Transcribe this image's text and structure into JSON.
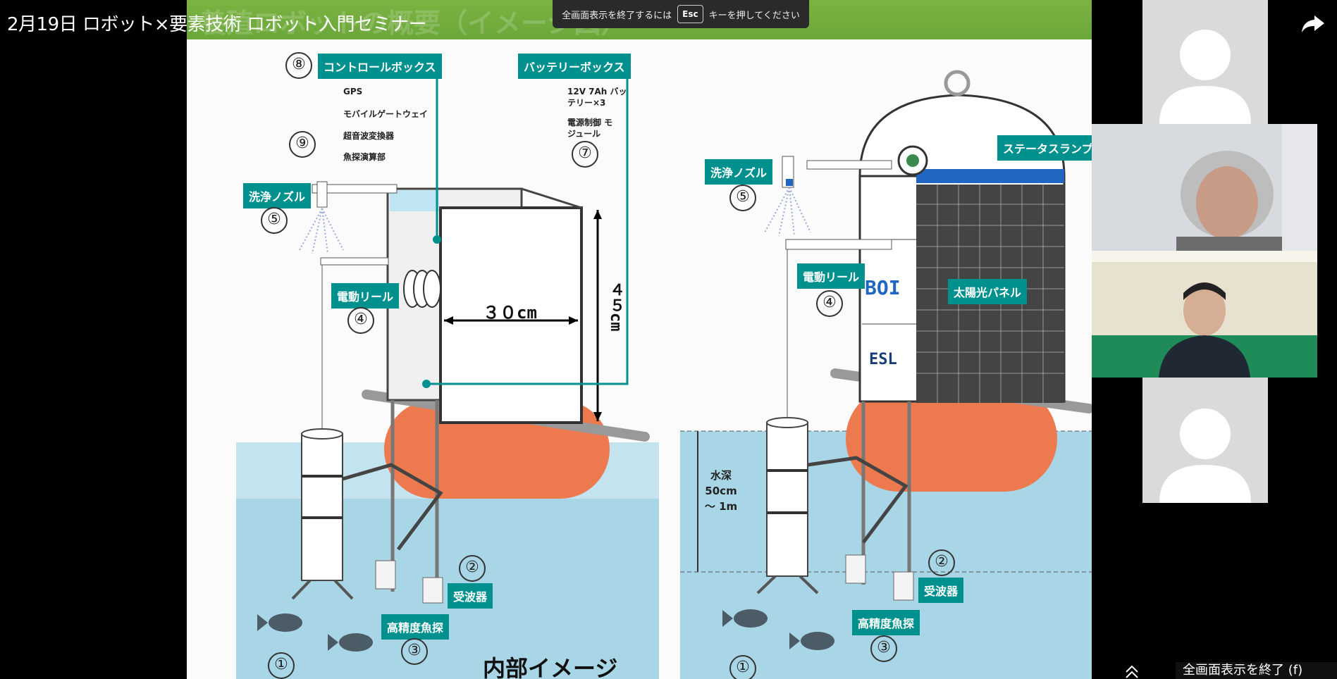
{
  "window": {
    "title": "2月19日 ロボット×要素技術 ロボット入門セミナー",
    "share_icon": "share-arrow-icon"
  },
  "fullscreen_notice": {
    "prefix": "全画面表示を終了するには",
    "key": "Esc",
    "suffix": "キーを押してください"
  },
  "slide": {
    "header": "養殖ロボットの概要（イメージ図）",
    "left_labels": {
      "control_box": "コントロールボックス",
      "battery_box": "バッテリーボックス",
      "gps": "GPS",
      "gateway": "モバイルゲートウェイ",
      "ultrasonic": "超音波変換器",
      "fish_calc": "魚探演算部",
      "battery": "12V 7Ah バッテリー×3",
      "power_module": "電源制御 モジュール",
      "nozzle": "洗浄ノズル",
      "reel": "電動リール",
      "receiver": "受波器",
      "fishfinder": "高精度魚探",
      "width": "３０cm",
      "height": "４５cm",
      "caption": "内部イメージ"
    },
    "right_labels": {
      "status_lamp": "ステータスランプ",
      "nozzle": "洗浄ノズル",
      "reel": "電動リール",
      "solar": "太陽光パネル",
      "receiver": "受波器",
      "fishfinder": "高精度魚探",
      "depth": "水深 50cm 〜 1m",
      "logo1": "BOI",
      "logo2": "ESL"
    },
    "numbers": [
      "①",
      "②",
      "③",
      "④",
      "⑤",
      "⑦",
      "⑧",
      "⑨"
    ]
  },
  "participants": [
    {
      "type": "avatar"
    },
    {
      "type": "camera"
    },
    {
      "type": "camera"
    },
    {
      "type": "avatar"
    }
  ],
  "footer": {
    "exit_fullscreen": "全画面表示を終了 (f)"
  },
  "colors": {
    "teal": "#00918f",
    "header_green": "#7cb342",
    "water": "#a9d6e6",
    "float": "#ec7a4e"
  }
}
